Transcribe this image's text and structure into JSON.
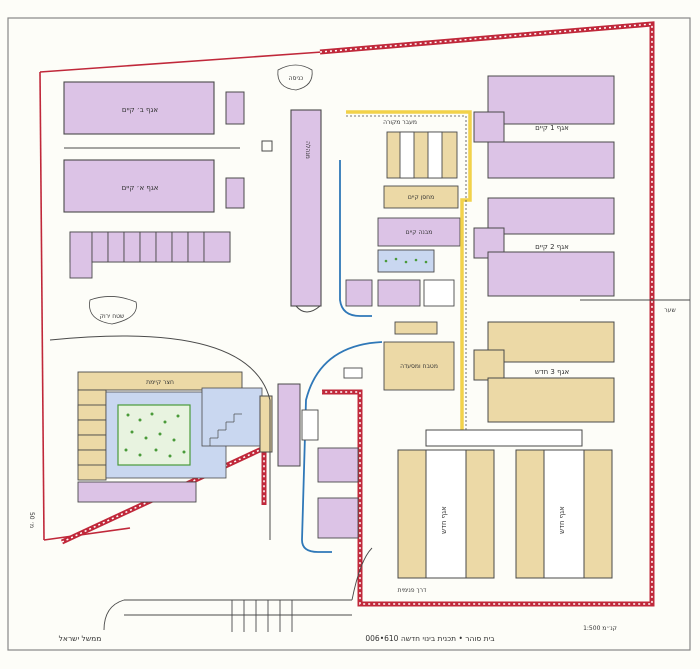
{
  "colors": {
    "paper": "#fdfdf8",
    "ink": "#4a4a4a",
    "wall_red": "#c0283a",
    "building_purple": "#dcc3e6",
    "building_tan": "#ecd9a6",
    "path_yellow": "#f2d24a",
    "path_blue": "#2f78b8",
    "courtyard_blue": "#c9d7f0",
    "garden_green": "#4a9a3a"
  },
  "labels": {
    "barracks_a1": "אגף 1 קיים",
    "barracks_a2": "אגף 2 קיים",
    "barracks_a3": "אגף 3 חדש",
    "barracks_b1": "אגף א׳ קיים",
    "barracks_b2": "אגף ב׳ קיים",
    "block_new": "אגף חדש",
    "center_existing": "מבנה קיים",
    "center_storage": "מחסן קיים",
    "center_kitchen": "מטבח ומסעדה",
    "wing_new_small": "אגף חדש",
    "long_admin": "מנהלה",
    "right_gate": "שער",
    "scale_note": "50 מ׳",
    "yard_label": "חצר קיימת",
    "garden_note": "שטח ירוק",
    "entrance_note": "כניסה",
    "bottom_path": "דרך פנימית",
    "top_path": "מעבר מקורה"
  },
  "footer": {
    "title": "בית סוהר • תכנית בינוי חדשה 610•006",
    "author": "ממשל ישראל",
    "left_note": "קנ״מ 1:500"
  }
}
